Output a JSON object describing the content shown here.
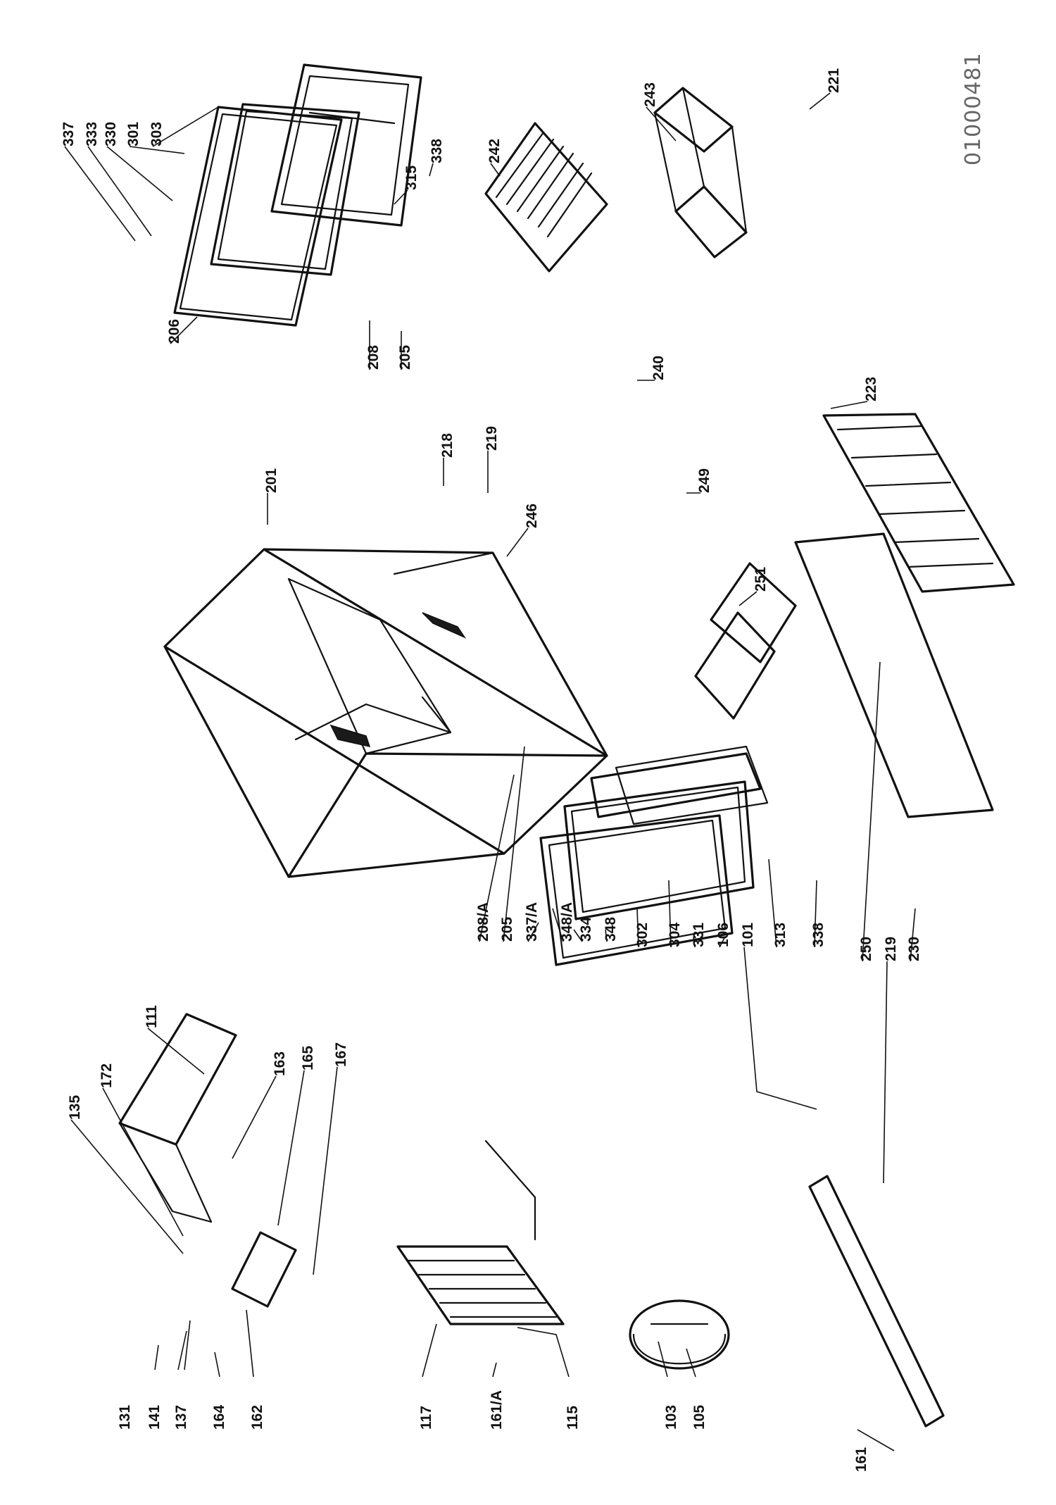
{
  "document": {
    "number": "01000481"
  },
  "callouts": [
    {
      "id": "337",
      "label": "337"
    },
    {
      "id": "333",
      "label": "333"
    },
    {
      "id": "330",
      "label": "330"
    },
    {
      "id": "301",
      "label": "301"
    },
    {
      "id": "303",
      "label": "303"
    },
    {
      "id": "315",
      "label": "315"
    },
    {
      "id": "338a",
      "label": "338"
    },
    {
      "id": "242",
      "label": "242"
    },
    {
      "id": "243",
      "label": "243"
    },
    {
      "id": "221",
      "label": "221"
    },
    {
      "id": "223",
      "label": "223"
    },
    {
      "id": "206",
      "label": "206"
    },
    {
      "id": "201",
      "label": "201"
    },
    {
      "id": "208",
      "label": "208"
    },
    {
      "id": "205a",
      "label": "205"
    },
    {
      "id": "218",
      "label": "218"
    },
    {
      "id": "219a",
      "label": "219"
    },
    {
      "id": "246",
      "label": "246"
    },
    {
      "id": "240",
      "label": "240"
    },
    {
      "id": "249",
      "label": "249"
    },
    {
      "id": "251",
      "label": "251"
    },
    {
      "id": "135",
      "label": "135"
    },
    {
      "id": "172",
      "label": "172"
    },
    {
      "id": "111",
      "label": "111"
    },
    {
      "id": "163",
      "label": "163"
    },
    {
      "id": "165",
      "label": "165"
    },
    {
      "id": "167",
      "label": "167"
    },
    {
      "id": "208A",
      "label": "208/A"
    },
    {
      "id": "205b",
      "label": "205"
    },
    {
      "id": "337A",
      "label": "337/A"
    },
    {
      "id": "348A",
      "label": "348/A"
    },
    {
      "id": "334",
      "label": "334"
    },
    {
      "id": "348",
      "label": "348"
    },
    {
      "id": "302",
      "label": "302"
    },
    {
      "id": "304",
      "label": "304"
    },
    {
      "id": "331",
      "label": "331"
    },
    {
      "id": "106",
      "label": "106"
    },
    {
      "id": "101",
      "label": "101"
    },
    {
      "id": "313",
      "label": "313"
    },
    {
      "id": "338b",
      "label": "338"
    },
    {
      "id": "250",
      "label": "250"
    },
    {
      "id": "219b",
      "label": "219"
    },
    {
      "id": "230",
      "label": "230"
    },
    {
      "id": "131",
      "label": "131"
    },
    {
      "id": "141",
      "label": "141"
    },
    {
      "id": "137",
      "label": "137"
    },
    {
      "id": "164",
      "label": "164"
    },
    {
      "id": "162",
      "label": "162"
    },
    {
      "id": "117",
      "label": "117"
    },
    {
      "id": "161A",
      "label": "161/A"
    },
    {
      "id": "115",
      "label": "115"
    },
    {
      "id": "103",
      "label": "103"
    },
    {
      "id": "105",
      "label": "105"
    },
    {
      "id": "161",
      "label": "161"
    }
  ],
  "parts": [
    {
      "icon": "cabinet-icon"
    },
    {
      "icon": "door-liner-icon"
    },
    {
      "icon": "shelf-grid-icon"
    },
    {
      "icon": "condenser-icon"
    },
    {
      "icon": "compressor-icon"
    },
    {
      "icon": "thermostat-housing-icon"
    }
  ],
  "colors": {
    "ink": "#111111",
    "paper": "#ffffff",
    "docno": "#666666"
  }
}
